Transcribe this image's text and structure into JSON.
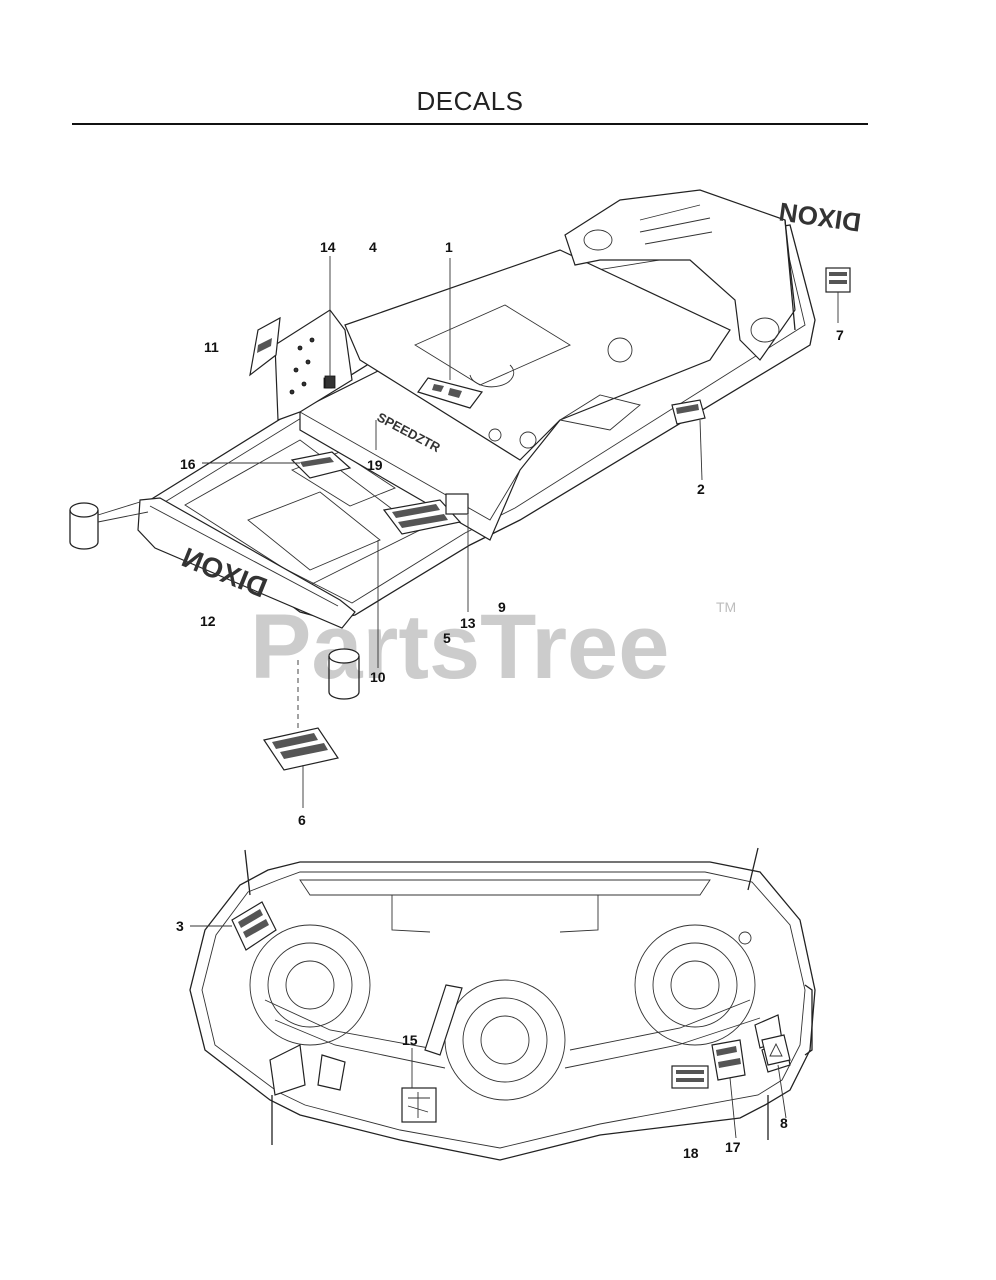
{
  "title": "DECALS",
  "watermark": {
    "text": "PartsTree",
    "trademark": "TM"
  },
  "decal_texts": {
    "speedztr": "SPEEDZTR",
    "dixon_footrest": "DIXON",
    "dixon_rear": "DIXON"
  },
  "callouts": [
    {
      "id": "c1",
      "label": "1"
    },
    {
      "id": "c2",
      "label": "2"
    },
    {
      "id": "c3",
      "label": "3"
    },
    {
      "id": "c4",
      "label": "4"
    },
    {
      "id": "c5",
      "label": "5"
    },
    {
      "id": "c6",
      "label": "6"
    },
    {
      "id": "c7",
      "label": "7"
    },
    {
      "id": "c8",
      "label": "8"
    },
    {
      "id": "c9",
      "label": "9"
    },
    {
      "id": "c10",
      "label": "10"
    },
    {
      "id": "c11",
      "label": "11"
    },
    {
      "id": "c12",
      "label": "12"
    },
    {
      "id": "c13",
      "label": "13"
    },
    {
      "id": "c14",
      "label": "14"
    },
    {
      "id": "c15",
      "label": "15"
    },
    {
      "id": "c16",
      "label": "16"
    },
    {
      "id": "c17",
      "label": "17"
    },
    {
      "id": "c18",
      "label": "18"
    },
    {
      "id": "c19",
      "label": "19"
    }
  ]
}
